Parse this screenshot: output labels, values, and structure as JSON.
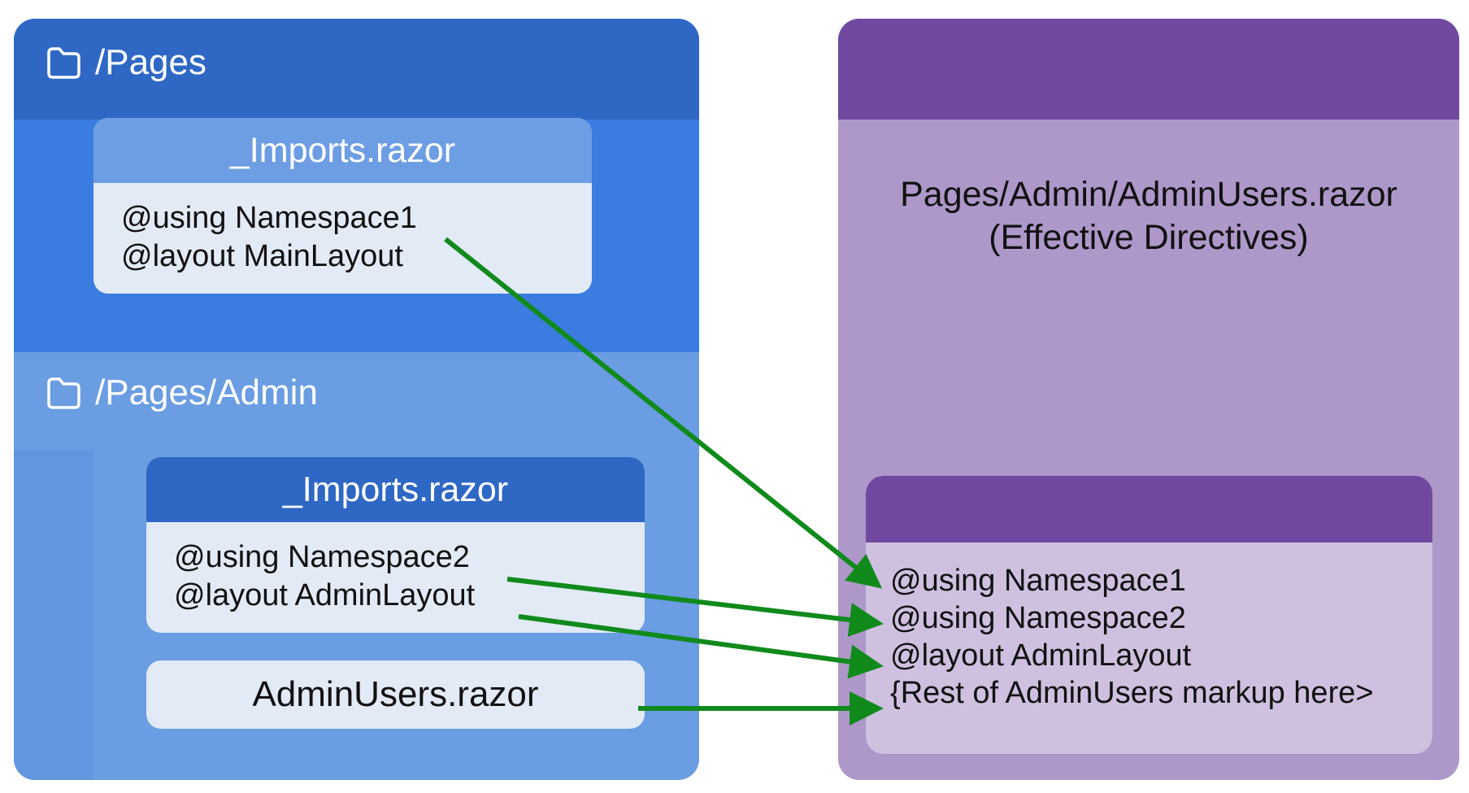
{
  "colors": {
    "arrow": "#118a1c",
    "pages_header": "#2e68c4",
    "pages_region": "#3a7ce0",
    "admin_region": "#6a9de2",
    "card_body": "#e2eaf6",
    "result_header": "#7048a0",
    "result_panel": "#ae97c9",
    "result_card": "#cfc0e0"
  },
  "left": {
    "pages": {
      "icon": "folder-icon",
      "label": "/Pages",
      "imports": {
        "title": "_Imports.razor",
        "lines": [
          "@using Namespace1",
          "@layout MainLayout"
        ]
      }
    },
    "admin": {
      "icon": "folder-icon",
      "label": "/Pages/Admin",
      "imports": {
        "title": "_Imports.razor",
        "lines": [
          "@using Namespace2",
          "@layout AdminLayout"
        ]
      },
      "page_file": "AdminUsers.razor"
    }
  },
  "right": {
    "title_line1": "Pages/Admin/AdminUsers.razor",
    "title_line2": "(Effective Directives)",
    "effective_lines": [
      "@using Namespace1",
      "@using Namespace2",
      "@layout AdminLayout",
      "{Rest of AdminUsers markup here>"
    ]
  }
}
